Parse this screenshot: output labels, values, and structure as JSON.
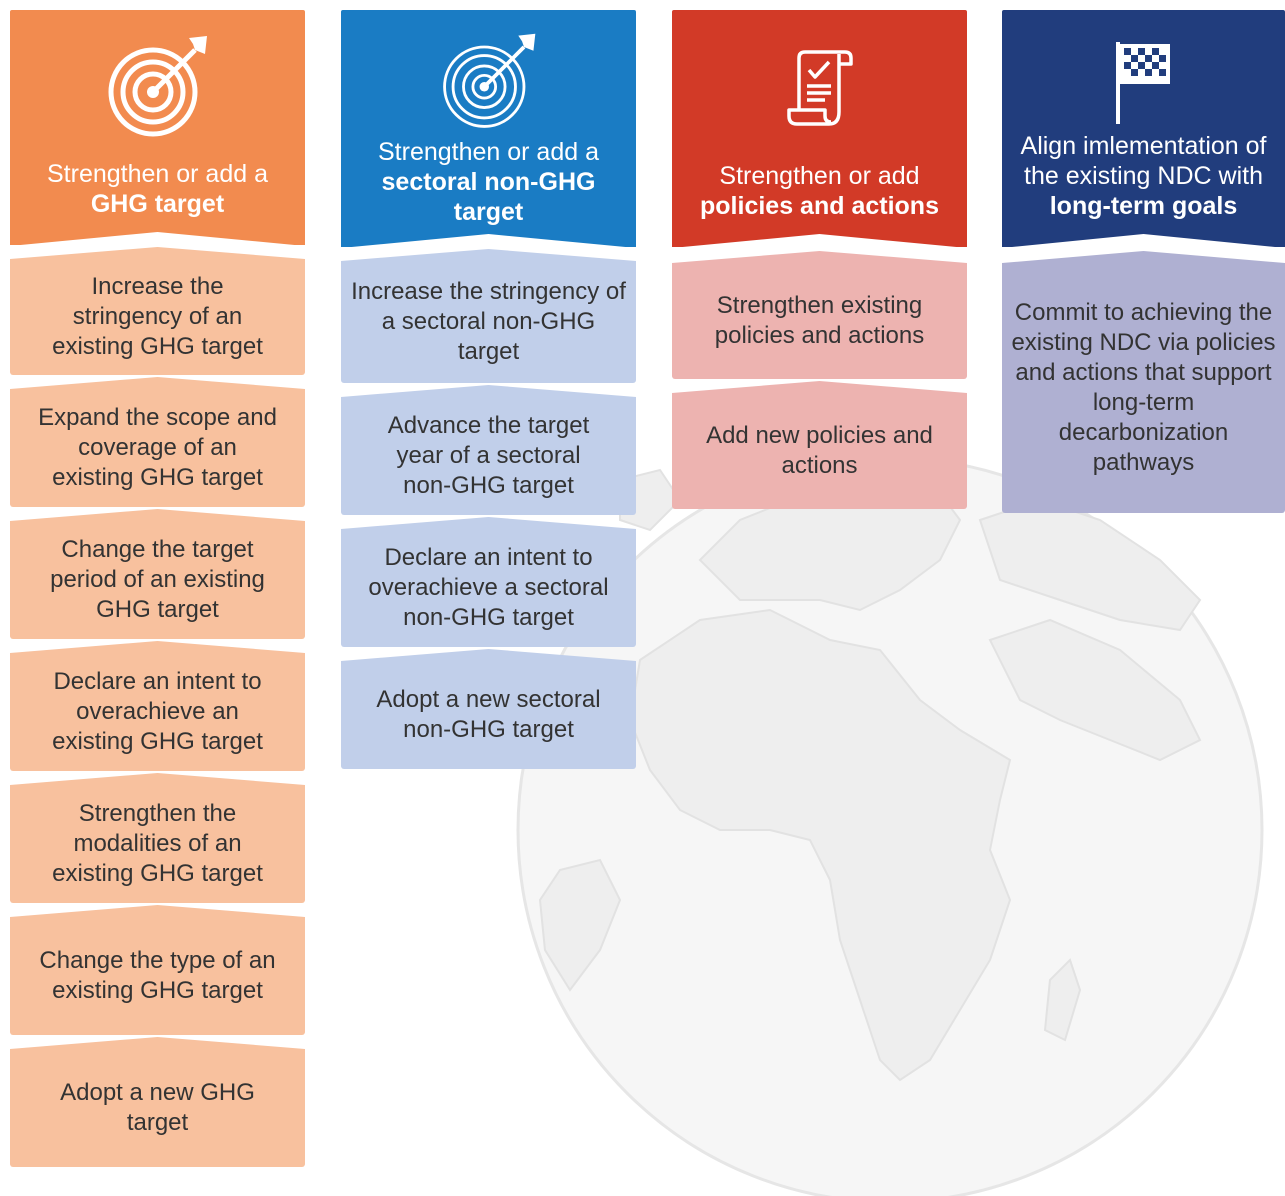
{
  "columns": [
    {
      "id": "ghg",
      "color": "#f28b4f",
      "item_color": "#f8c19e",
      "icon": "target-icon",
      "title_pre": "Strengthen or add a",
      "title_bold": "GHG target",
      "items": [
        "Increase the stringency of an existing GHG target",
        "Expand the scope and coverage of an existing GHG target",
        "Change the target period of an existing GHG target",
        "Declare an intent to overachieve an existing GHG target",
        "Strengthen the modalities of an existing GHG target",
        "Change the type of an existing GHG target",
        "Adopt a new GHG target"
      ]
    },
    {
      "id": "sectoral",
      "color": "#1a7cc4",
      "item_color": "#c1cfea",
      "icon": "target-icon",
      "title_pre": "Strengthen or add a",
      "title_bold": "sectoral non-GHG target",
      "items": [
        "Increase the stringency of a sectoral non-GHG target",
        "Advance the target year of a sectoral non-GHG target",
        "Declare an intent to overachieve a sectoral non-GHG target",
        "Adopt a new sectoral non-GHG target"
      ]
    },
    {
      "id": "policies",
      "color": "#d23a27",
      "item_color": "#edb3b0",
      "icon": "document-checklist-icon",
      "title_pre": "Strengthen or add",
      "title_bold": "policies and actions",
      "items": [
        "Strengthen existing policies and actions",
        "Add new policies and actions"
      ]
    },
    {
      "id": "longterm",
      "color": "#213d7d",
      "item_color": "#afb0d2",
      "icon": "checkered-flag-icon",
      "title_pre": "Align imlementation of the existing NDC with",
      "title_bold": "long-term goals",
      "items": [
        "Commit to achieving the existing NDC via policies and actions that support long-term decarbonization pathways"
      ]
    }
  ]
}
